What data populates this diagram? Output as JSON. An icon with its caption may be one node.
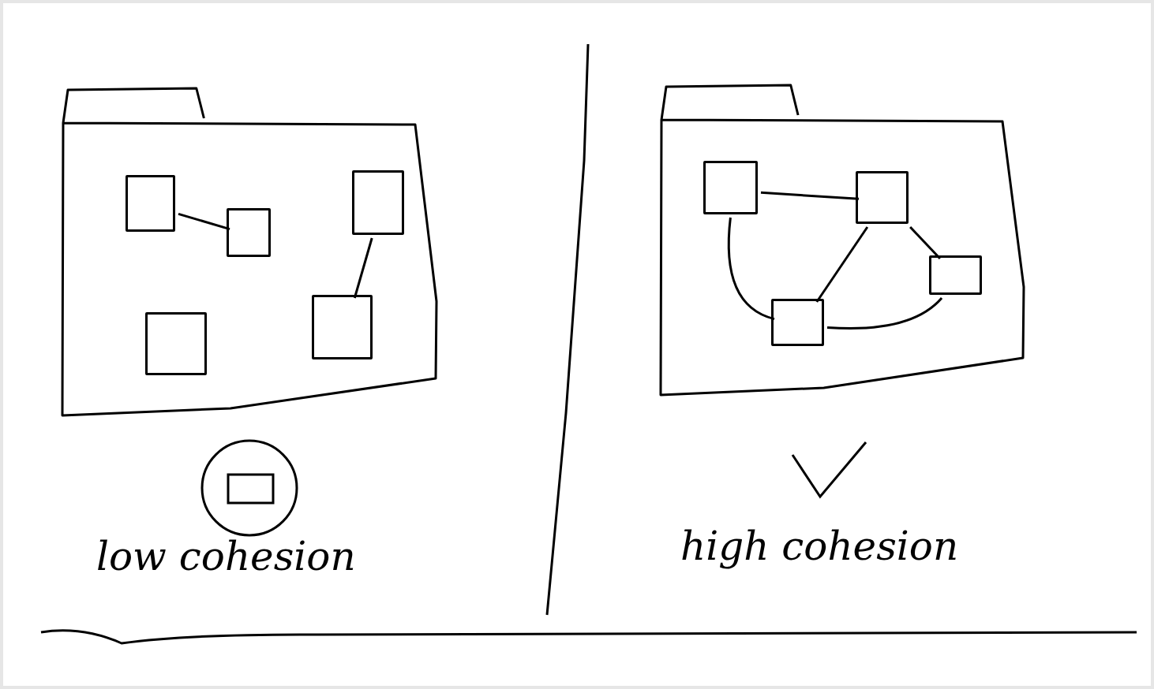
{
  "diagram": {
    "nodes": [
      {
        "text": [],
        "shape": "folder"
      },
      {
        "text": [],
        "shape": "box",
        "in": 0
      },
      {
        "text": [],
        "shape": "box",
        "in": 0
      },
      {
        "text": [],
        "shape": "box",
        "in": 0
      },
      {
        "text": [],
        "shape": "box",
        "in": 0
      },
      {
        "text": [],
        "shape": "box",
        "in": 0
      },
      {
        "text": [],
        "shape": "folder"
      },
      {
        "text": [],
        "shape": "box",
        "in": 6
      },
      {
        "text": [],
        "shape": "box",
        "in": 6
      },
      {
        "text": [],
        "shape": "box",
        "in": 6
      },
      {
        "text": [],
        "shape": "box",
        "in": 6
      }
    ],
    "edges": [
      {
        "from": 1,
        "to": 2,
        "arrow": "none"
      },
      {
        "from": 3,
        "to": 5,
        "arrow": "none"
      },
      {
        "from": 7,
        "to": 8,
        "arrow": "none"
      },
      {
        "from": 7,
        "to": 10,
        "arrow": "none"
      },
      {
        "from": 8,
        "to": 10,
        "arrow": "none"
      },
      {
        "from": 8,
        "to": 9,
        "arrow": "none"
      },
      {
        "from": 9,
        "to": 10,
        "arrow": "none"
      }
    ],
    "labels": [
      "low cohesion",
      "high cohesion"
    ]
  }
}
